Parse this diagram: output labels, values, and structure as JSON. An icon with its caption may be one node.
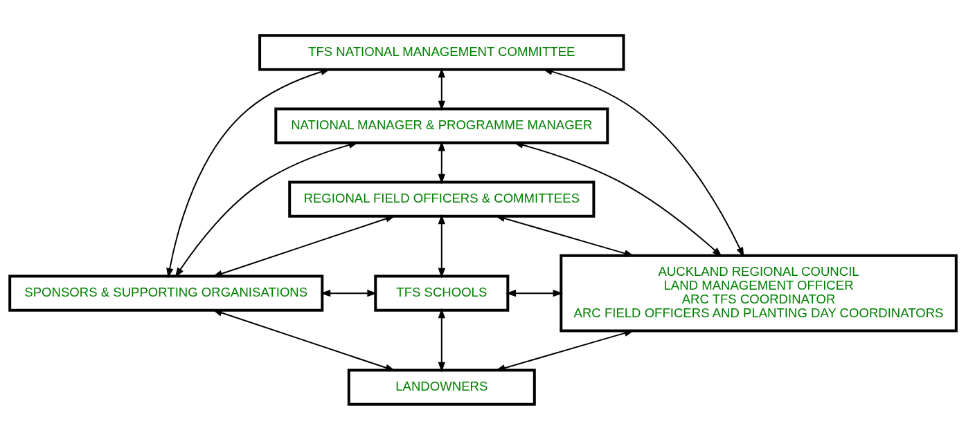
{
  "diagram": {
    "nodes": [
      {
        "text": [
          "TFS NATIONAL MANAGEMENT COMMITTEE"
        ]
      },
      {
        "text": [
          "NATIONAL MANAGER & PROGRAMME MANAGER"
        ]
      },
      {
        "text": [
          "REGIONAL FIELD OFFICERS & COMMITTEES"
        ]
      },
      {
        "text": [
          "SPONSORS & SUPPORTING ORGANISATIONS"
        ]
      },
      {
        "text": [
          "TFS SCHOOLS"
        ]
      },
      {
        "text": [
          "AUCKLAND REGIONAL COUNCIL",
          "LAND MANAGEMENT OFFICER",
          "ARC TFS COORDINATOR",
          "ARC FIELD OFFICERS AND PLANTING DAY COORDINATORS"
        ]
      },
      {
        "text": [
          "LANDOWNERS"
        ]
      }
    ],
    "edges": [
      {
        "from": 0,
        "to": 1,
        "arrow": "both"
      },
      {
        "from": 1,
        "to": 2,
        "arrow": "both"
      },
      {
        "from": 2,
        "to": 4,
        "arrow": "both"
      },
      {
        "from": 4,
        "to": 6,
        "arrow": "both"
      },
      {
        "from": 3,
        "to": 0,
        "arrow": "both"
      },
      {
        "from": 3,
        "to": 1,
        "arrow": "both"
      },
      {
        "from": 3,
        "to": 2,
        "arrow": "both"
      },
      {
        "from": 3,
        "to": 4,
        "arrow": "both"
      },
      {
        "from": 4,
        "to": 5,
        "arrow": "both"
      },
      {
        "from": 3,
        "to": 6,
        "arrow": "both"
      },
      {
        "from": 6,
        "to": 5,
        "arrow": "both"
      },
      {
        "from": 0,
        "to": 5,
        "arrow": "both"
      },
      {
        "from": 1,
        "to": 5,
        "arrow": "both"
      },
      {
        "from": 2,
        "to": 5,
        "arrow": "both"
      }
    ]
  }
}
